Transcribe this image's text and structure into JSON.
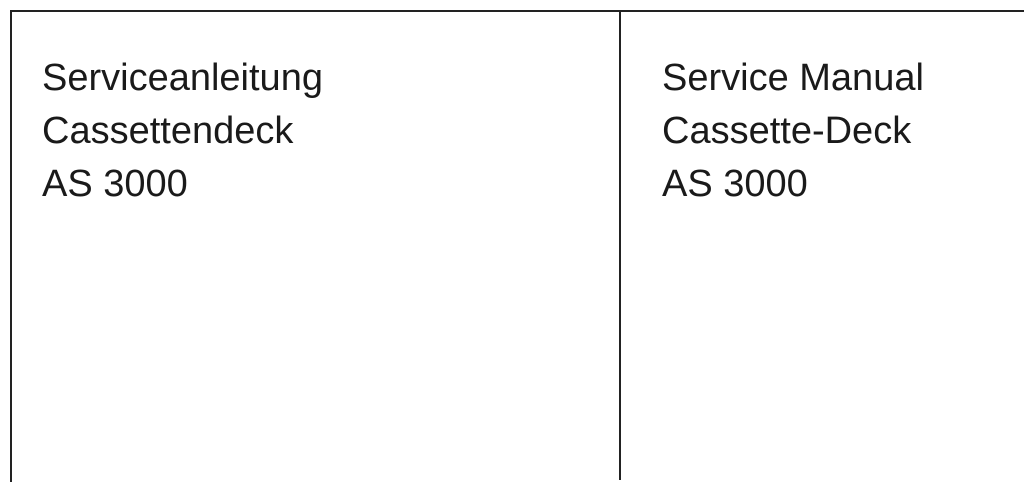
{
  "left": {
    "lines": [
      "Serviceanleitung",
      "Cassettendeck",
      "AS 3000"
    ]
  },
  "right": {
    "lines": [
      "Service Manual",
      "Cassette-Deck",
      "AS 3000"
    ]
  }
}
